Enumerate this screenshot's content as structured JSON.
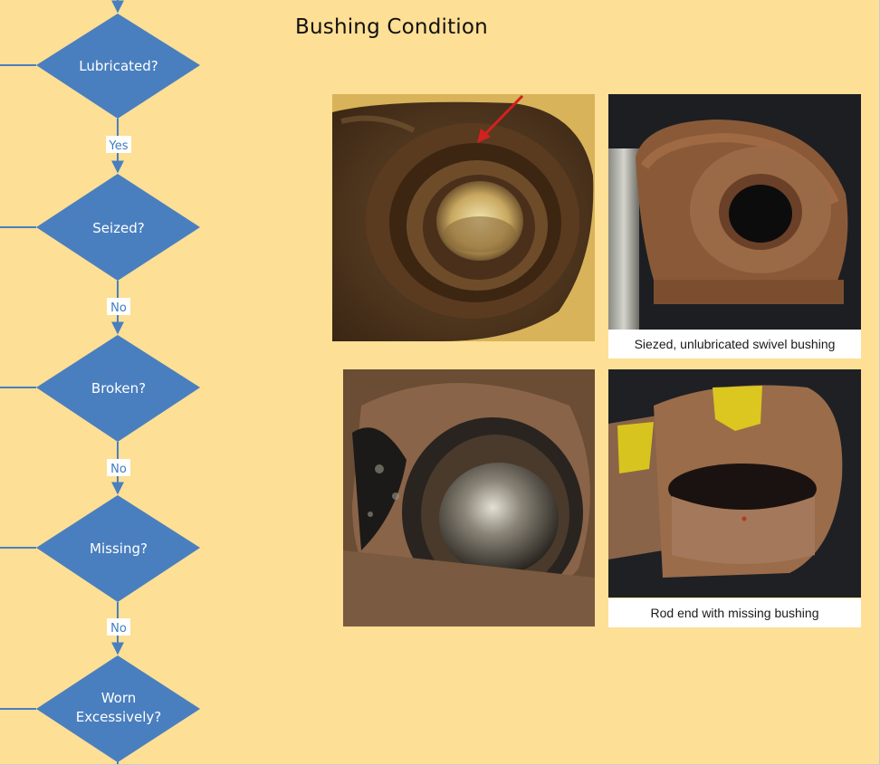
{
  "title": "Bushing Condition",
  "flowchart": {
    "nodes": [
      {
        "id": "lubricated",
        "lines": [
          "Lubricated?"
        ]
      },
      {
        "id": "seized",
        "lines": [
          "Seized?"
        ]
      },
      {
        "id": "broken",
        "lines": [
          "Broken?"
        ]
      },
      {
        "id": "missing",
        "lines": [
          "Missing?"
        ]
      },
      {
        "id": "worn",
        "lines": [
          "Worn",
          "Excessively?"
        ]
      }
    ],
    "edges": [
      {
        "from": "lubricated",
        "to": "seized",
        "label": "Yes"
      },
      {
        "from": "seized",
        "to": "broken",
        "label": "No"
      },
      {
        "from": "broken",
        "to": "missing",
        "label": "No"
      },
      {
        "from": "missing",
        "to": "worn",
        "label": "No"
      }
    ]
  },
  "photos": [
    {
      "id": "photo-1",
      "subject": "rod end eye with bushing, red arrow",
      "caption": null
    },
    {
      "id": "photo-2",
      "subject": "rusted swivel eye",
      "caption": "Siezed, unlubricated swivel bushing"
    },
    {
      "id": "photo-3",
      "subject": "rod end eye with broken bushing and grease",
      "caption": null
    },
    {
      "id": "photo-4",
      "subject": "rod end with yellow paint, empty bore",
      "caption": "Rod end with missing bushing"
    }
  ],
  "colors": {
    "background": "#fddf95",
    "diamond": "#4a7fbf",
    "connector": "#4a7fbf",
    "diamond_text": "#ffffff",
    "edge_label": "#3e7dc0",
    "arrow": "#d42020"
  }
}
